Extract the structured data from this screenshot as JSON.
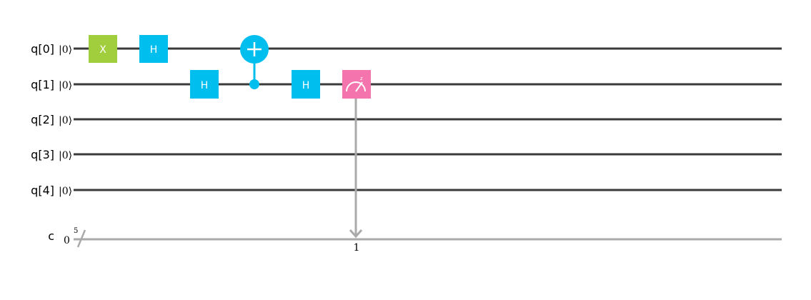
{
  "qubits": [
    {
      "label": "q[0]",
      "init": "|0⟩"
    },
    {
      "label": "q[1]",
      "init": "|0⟩"
    },
    {
      "label": "q[2]",
      "init": "|0⟩"
    },
    {
      "label": "q[3]",
      "init": "|0⟩"
    },
    {
      "label": "q[4]",
      "init": "|0⟩"
    }
  ],
  "classical": {
    "label": "c",
    "init": "0",
    "width": "5",
    "measure_index": "1"
  },
  "gates": {
    "x": {
      "label": "X",
      "color": "#a1ce3c"
    },
    "h": {
      "label": "H",
      "color": "#00bfef"
    },
    "cx": {
      "color": "#00bfef"
    },
    "measure": {
      "color": "#f474ad"
    }
  },
  "colors": {
    "wire": "#3a3a3a",
    "classical_wire": "#aaaaaa"
  }
}
